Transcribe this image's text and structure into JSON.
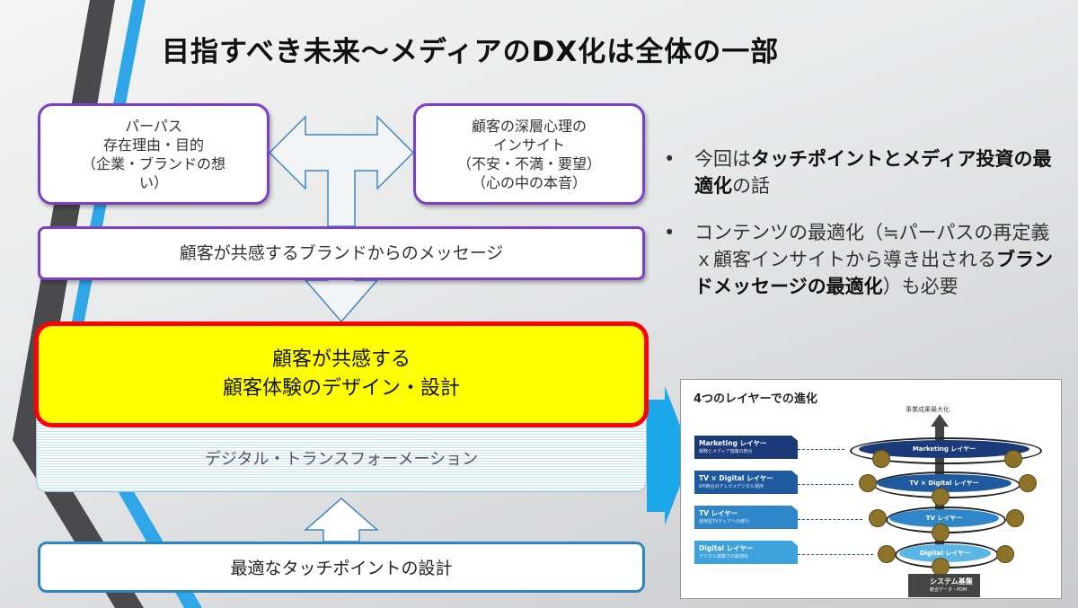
{
  "title": "目指すべき未来〜メディアのDX化は全体の一部",
  "purpose_box": {
    "lines": [
      "パーパス",
      "存在理由・目的",
      "（企業・ブランドの想",
      "い）"
    ]
  },
  "insight_box": {
    "lines": [
      "顧客の深層心理の",
      "インサイト",
      "（不安・不満・要望）",
      "（心の中の本音）"
    ]
  },
  "message_box": "顧客が共感するブランドからのメッセージ",
  "cx_box": {
    "lines": [
      "顧客が共感する",
      "顧客体験のデザイン・設計"
    ]
  },
  "dx_band": "デジタル・トランスフォーメーション",
  "touchpoint_box": "最適なタッチポイントの設計",
  "bullets": [
    {
      "parts": [
        {
          "t": "今回は",
          "b": false
        },
        {
          "t": "タッチポイントとメディア投資の最適化",
          "b": true
        },
        {
          "t": "の話",
          "b": false
        }
      ]
    },
    {
      "parts": [
        {
          "t": "コンテンツの最適化（≒パーパスの再定義ｘ顧客インサイトから導き出される",
          "b": false
        },
        {
          "t": "ブランドメッセージの最適化",
          "b": true
        },
        {
          "t": "）も必要",
          "b": false
        }
      ]
    }
  ],
  "inset": {
    "title": "4つのレイヤーでの進化",
    "goal": "事業成果最大化",
    "layers": [
      {
        "name": "Marketing レイヤー",
        "sub": "戦略とメディア施策の統合",
        "color": "#1a3a7a"
      },
      {
        "name": "TV × Digital レイヤー",
        "sub": "KPI統合のテレビ×デジタル運用",
        "color": "#1f5a9e"
      },
      {
        "name": "TV レイヤー",
        "sub": "運用型TVディアへの移行",
        "color": "#2f86c8"
      },
      {
        "name": "Digital レイヤー",
        "sub": "デジタル施策での最適化",
        "color": "#3ea2dc"
      }
    ],
    "base": {
      "name": "システム基盤",
      "sub": "統合データ・PDM"
    }
  }
}
